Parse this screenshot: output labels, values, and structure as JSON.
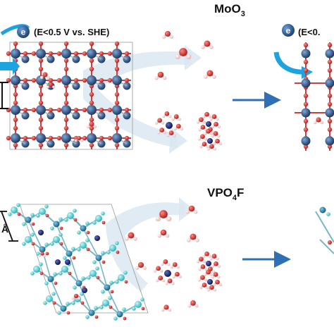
{
  "top_panel": {
    "title_main": "MoO",
    "title_sub": "3",
    "electron_symbol": "e",
    "condition_label": "(E<0.5 V vs. SHE)",
    "condition_label_cut": "(E<0."
  },
  "bottom_panel": {
    "title_main": "VPO",
    "title_sub": "4",
    "title_tail": "F",
    "spacing_unit": "Å"
  },
  "icons": [
    "electron-icon",
    "curved-arrow-icon",
    "reaction-arrow-icon"
  ],
  "colors": {
    "metal_mo": "#2c4f7c",
    "oxygen": "#d42a2a",
    "hydrogen": "#f2d2d2",
    "vanadium_phosphorus": "#1f7ea2",
    "fluorine": "#5fd4d8",
    "cation": "#1a237e",
    "arrow": "#2f6fb6",
    "electron_badge": "#2a5d95",
    "electron_arrow": "#1da4e0"
  }
}
